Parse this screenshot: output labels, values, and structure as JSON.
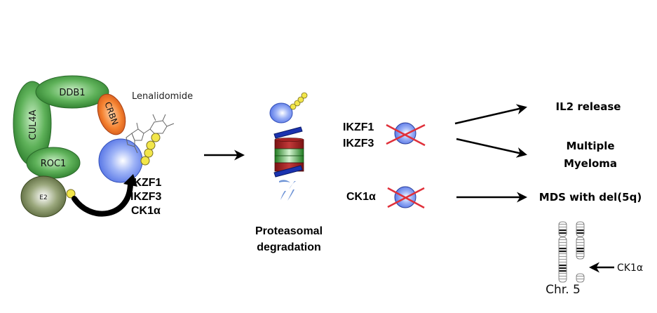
{
  "complex": {
    "proteins": {
      "ddb1": "DDB1",
      "cul4a": "CUL4A",
      "roc1": "ROC1",
      "crbn": "CRBN",
      "e2": "E2"
    },
    "drug_label": "Lenalidomide",
    "substrates": [
      "IKZF1",
      "IKZF3",
      "CK1α"
    ]
  },
  "proteasome": {
    "label_line1": "Proteasomal",
    "label_line2": "degradation"
  },
  "degraded": {
    "group1": [
      "IKZF1",
      "IKZF3"
    ],
    "group2": [
      "CK1α"
    ]
  },
  "outcomes": {
    "il2": "IL2 release",
    "mm_line1": "Multiple",
    "mm_line2": "Myeloma",
    "mds": "MDS with del(5q)"
  },
  "chromosome": {
    "label": "Chr. 5",
    "pointer_label": "CK1α"
  },
  "colors": {
    "green": "#2e8b2e",
    "green_light": "#9fd89a",
    "orange": "#f07a2c",
    "blue": "#6f8ff0",
    "yellow": "#f2e64a",
    "e2": "#5c6b3d",
    "red_x": "#e0303a",
    "proteasome_red": "#9b1c1c",
    "proteasome_blue": "#1a33b0"
  }
}
